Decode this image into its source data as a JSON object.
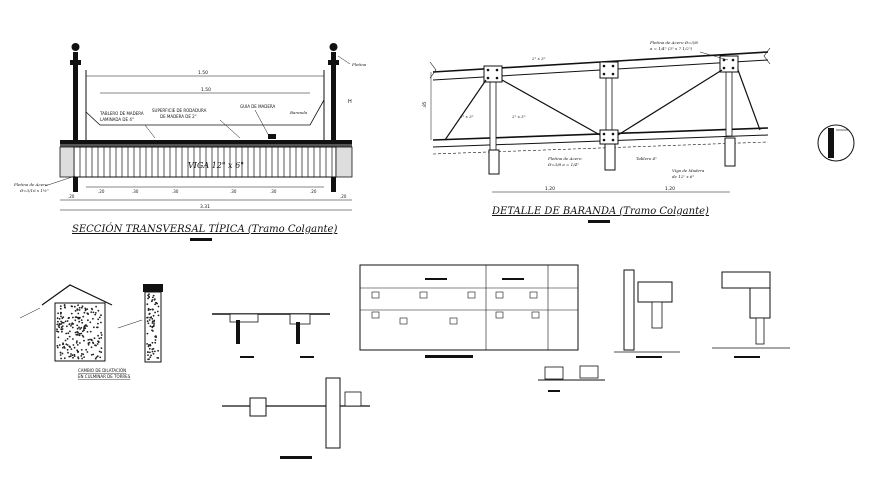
{
  "section_transversal": {
    "title": "SECCIÓN TRANSVERSAL TÍPICA (Tramo Colgante)",
    "beam_label": "VIGA 12\" x 6\"",
    "dim_top1": "1.50",
    "dim_top2": "1.50",
    "dim_bottom_total": "3.31",
    "dim_bottom_a": ".20",
    "dim_bottom_b": ".20",
    "sub_dims": [
      ".20",
      ".30",
      ".30",
      ".30",
      ".30",
      ".20"
    ],
    "labels": {
      "deck_surface_1": "SUPERFICIE DE RODADURA",
      "deck_surface_2": "DE MADERA DE 2\"",
      "guide": "GUIA DE MADERA",
      "planks_1": "TABLERO DE MADERA",
      "planks_2": "LAMINADA DE 4\"",
      "plate": "Pletina",
      "railing": "Baranda",
      "bolt_1": "Pletina de Acero",
      "bolt_2": "Ø=3/16 x 1½\""
    }
  },
  "railing_detail": {
    "title": "DETALLE DE BARANDA (Tramo Colgante)",
    "dim_span_left": "1.20",
    "dim_span_right": "1.20",
    "labels": {
      "top_plate_1": "Pletina de Acero Ø=3/8",
      "top_plate_2": "a = 1/4\" (3\" x 7 1/2\")",
      "chord": "2\" x 3\"",
      "diag_left": "2\" x 3\"",
      "diag_right": "2\" x 3\"",
      "bottom_plate_1": "Pletina de Acero",
      "bottom_plate_2": "Ø=3/8 a = 1/4\"",
      "angle": "Tablero 4\"",
      "timber_1": "Viga de Madera",
      "timber_2": "de 12\" x 6\""
    }
  },
  "expansion_detail": {
    "title_1": "CAMBIO DE DILATACIÓN",
    "title_2": "EN CULMINAR DE TORRES"
  }
}
